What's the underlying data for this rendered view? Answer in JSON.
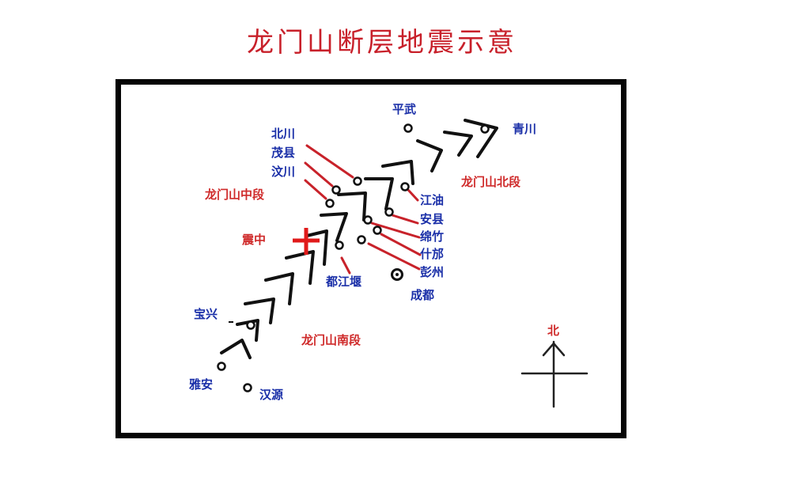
{
  "title": "龙门山断层地震示意",
  "colors": {
    "title": "#c8202a",
    "city_label": "#1a2fa8",
    "segment_label": "#cf2a2a",
    "leader_line": "#c8222a",
    "fault_line": "#111111",
    "frame": "#050505",
    "epicenter": "#e01a1a"
  },
  "cities": {
    "pingwu": "平武",
    "qingchuan": "青川",
    "beichuan": "北川",
    "maoxian": "茂县",
    "wenchuan": "汶川",
    "jiangyou": "江油",
    "anxian": "安县",
    "mianzhu": "绵竹",
    "shifang": "什邡",
    "pengzhou": "彭州",
    "dujiangyan": "都江堰",
    "chengdu": "成都",
    "baoxing": "宝兴",
    "yaan": "雅安",
    "hanyuan": "汉源"
  },
  "segments": {
    "north": "龙门山北段",
    "middle": "龙门山中段",
    "south": "龙门山南段"
  },
  "epicenter_label": "震中",
  "compass": {
    "north_label": "北"
  }
}
